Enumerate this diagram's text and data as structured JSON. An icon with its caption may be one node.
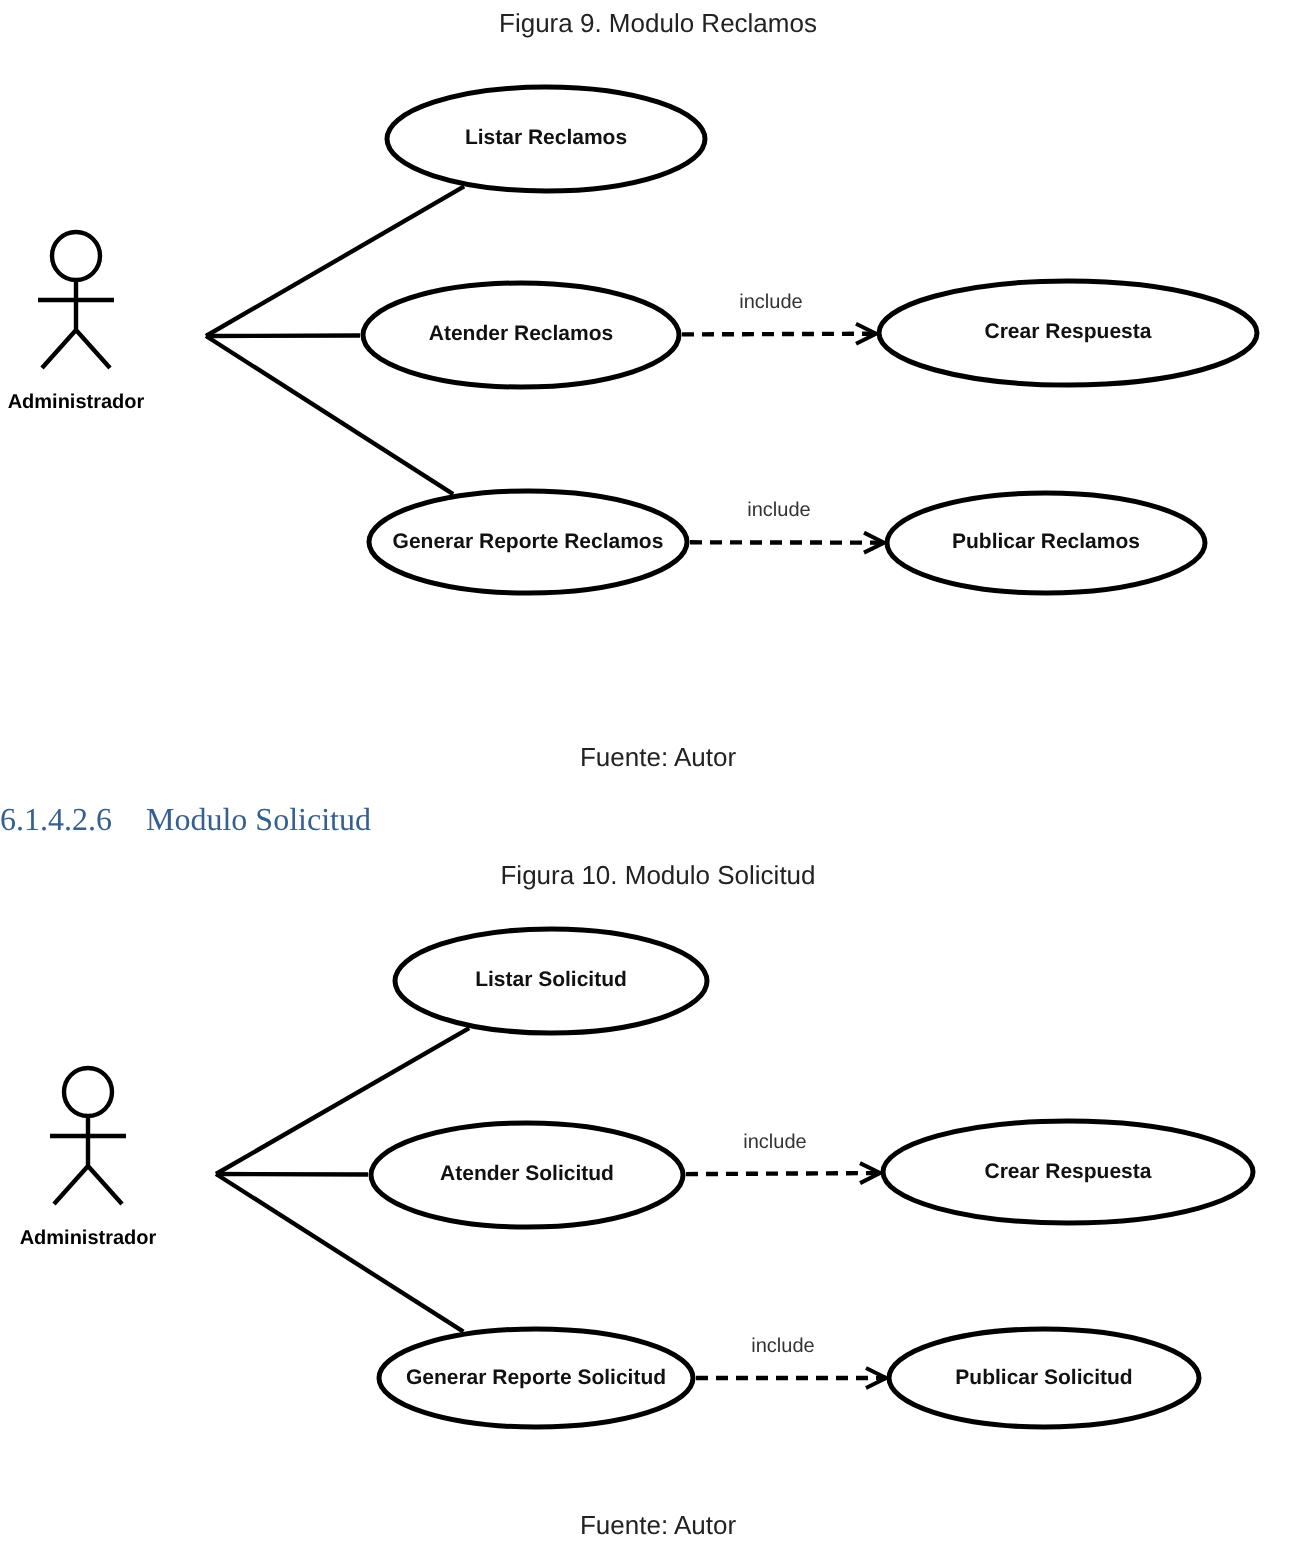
{
  "diagram": {
    "nodes": [
      {
        "text": [
          "Administrador"
        ]
      },
      {
        "text": [
          "Listar Reclamos"
        ]
      },
      {
        "text": [
          "Atender Reclamos"
        ]
      },
      {
        "text": [
          "Crear Respuesta"
        ]
      },
      {
        "text": [
          "Generar Reporte Reclamos"
        ]
      },
      {
        "text": [
          "Publicar Reclamos"
        ]
      },
      {
        "text": [
          "Administrador"
        ]
      },
      {
        "text": [
          "Listar Solicitud"
        ]
      },
      {
        "text": [
          "Atender Solicitud"
        ]
      },
      {
        "text": [
          "Crear Respuesta"
        ]
      },
      {
        "text": [
          "Generar Reporte Solicitud"
        ]
      },
      {
        "text": [
          "Publicar Solicitud"
        ]
      }
    ],
    "edges": [
      {
        "from": 0,
        "to": 1,
        "arrow": "none"
      },
      {
        "from": 0,
        "to": 2,
        "arrow": "none"
      },
      {
        "from": 0,
        "to": 4,
        "arrow": "none"
      },
      {
        "from": 2,
        "to": 3,
        "arrow": "to",
        "label": "include",
        "style": "dashed"
      },
      {
        "from": 4,
        "to": 5,
        "arrow": "to",
        "label": "include",
        "style": "dashed"
      },
      {
        "from": 6,
        "to": 7,
        "arrow": "none"
      },
      {
        "from": 6,
        "to": 8,
        "arrow": "none"
      },
      {
        "from": 6,
        "to": 10,
        "arrow": "none"
      },
      {
        "from": 8,
        "to": 9,
        "arrow": "to",
        "label": "include",
        "style": "dashed"
      },
      {
        "from": 10,
        "to": 11,
        "arrow": "to",
        "label": "include",
        "style": "dashed"
      }
    ],
    "labels": [
      "Figura 9. Modulo Reclamos",
      "Fuente: Autor",
      "6.1.4.2.6",
      "Modulo Solicitud",
      "Figura 10. Modulo Solicitud",
      "Fuente: Autor"
    ]
  }
}
